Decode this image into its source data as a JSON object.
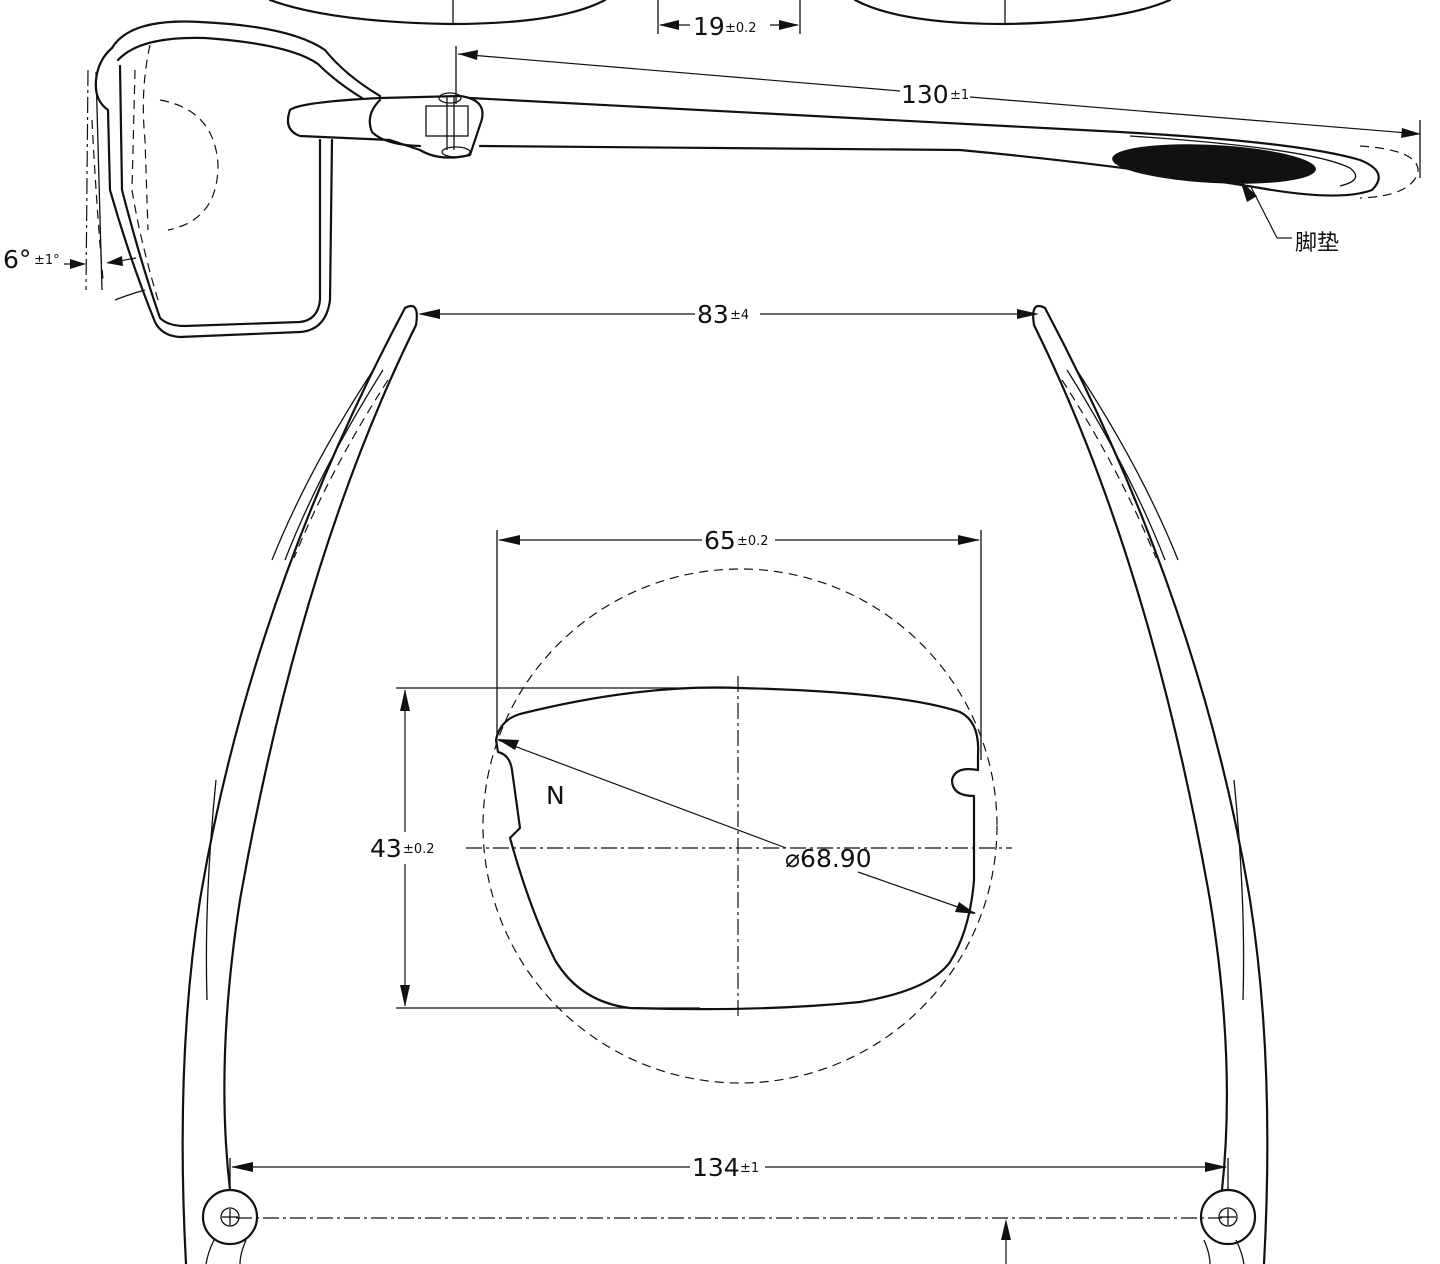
{
  "dimensions": {
    "bridge": {
      "value": "19",
      "tolerance": "±0.2"
    },
    "temple_length": {
      "value": "130",
      "tolerance": "±1"
    },
    "pantoscopic_tilt": {
      "value": "6°",
      "tolerance": "±1°"
    },
    "temple_spread": {
      "value": "83",
      "tolerance": "±4"
    },
    "lens_width": {
      "value": "65",
      "tolerance": "±0.2"
    },
    "lens_height": {
      "value": "43",
      "tolerance": "±0.2"
    },
    "lens_diameter": {
      "value": "⌀68.90"
    },
    "hinge_width": {
      "value": "134",
      "tolerance": "±1"
    }
  },
  "labels": {
    "nasal_side": "N",
    "temple_tip_pad": "脚垫"
  }
}
